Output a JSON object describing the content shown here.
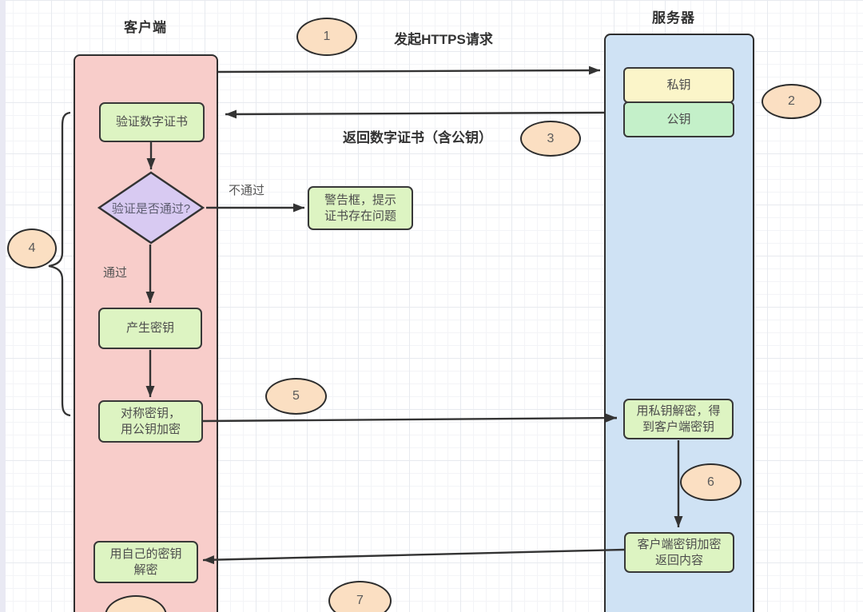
{
  "titles": {
    "client": "客户端",
    "server": "服务器"
  },
  "flow_labels": {
    "https_request": "发起HTTPS请求",
    "return_certificate": "返回数字证书（含公钥）",
    "not_pass": "不通过",
    "pass": "通过"
  },
  "nodes": {
    "verify_cert": "验证数字证书",
    "verify_decision": "验证是否通过?",
    "warning": {
      "line1": "警告框，提示",
      "line2": "证书存在问题"
    },
    "generate_key": "产生密钥",
    "symmetric_key": {
      "line1": "对称密钥，",
      "line2": "用公钥加密"
    },
    "self_decrypt": {
      "line1": "用自己的密钥",
      "line2": "解密"
    },
    "private_key": "私钥",
    "public_key": "公钥",
    "private_decrypt": {
      "line1": "用私钥解密，得",
      "line2": "到客户端密钥"
    },
    "encrypt_return": {
      "line1": "客户端密钥加密",
      "line2": "返回内容"
    }
  },
  "steps": {
    "s1": "1",
    "s2": "2",
    "s3": "3",
    "s4": "4",
    "s5": "5",
    "s6": "6",
    "s7": "7"
  },
  "colors": {
    "client_column": "#f8cdca",
    "server_column": "#cfe2f4",
    "process_box": "#ddf4c2",
    "decision_diamond": "#d8caf2",
    "private_key_box": "#fbf5c9",
    "public_key_box": "#c4f0c9",
    "step_ellipse": "#fbdfc2",
    "stroke": "#333333"
  }
}
